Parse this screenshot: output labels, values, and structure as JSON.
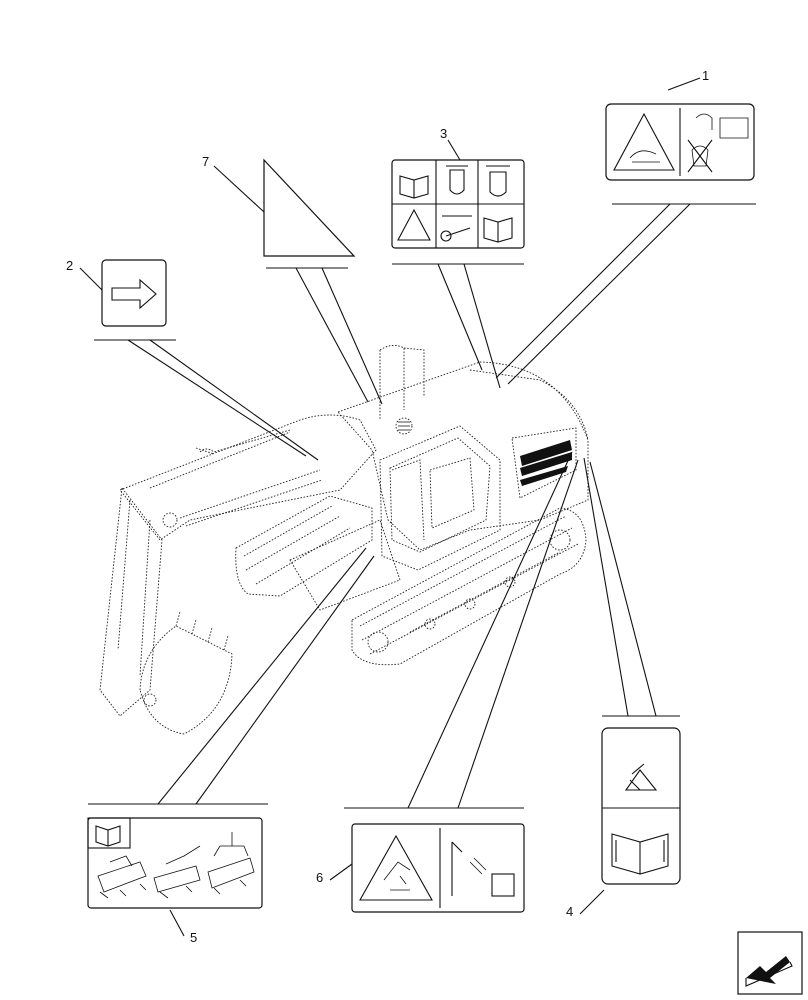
{
  "callouts": {
    "c1": "1",
    "c2": "2",
    "c3": "3",
    "c4": "4",
    "c5": "5",
    "c6": "6",
    "c7": "7"
  },
  "icons": {
    "decal_1": [
      "warning-triangle-icon",
      "hot-fluid-hand-icon",
      "no-touch-icon"
    ],
    "decal_2": [
      "arrow-right-icon"
    ],
    "decal_3": [
      "manual-book-icon",
      "fuel-filter-icon",
      "warning-triangle-icon",
      "wrench-icon",
      "manual-book-icon"
    ],
    "decal_4": [
      "crush-hazard-icon",
      "manual-book-icon"
    ],
    "decal_5": [
      "manual-book-icon",
      "lifting-chain-icon"
    ],
    "decal_6": [
      "warning-triangle-icon",
      "boom-hazard-icon"
    ],
    "decal_7": [
      "blank-triangle-label"
    ],
    "nav": "next-page-arrow-icon"
  }
}
